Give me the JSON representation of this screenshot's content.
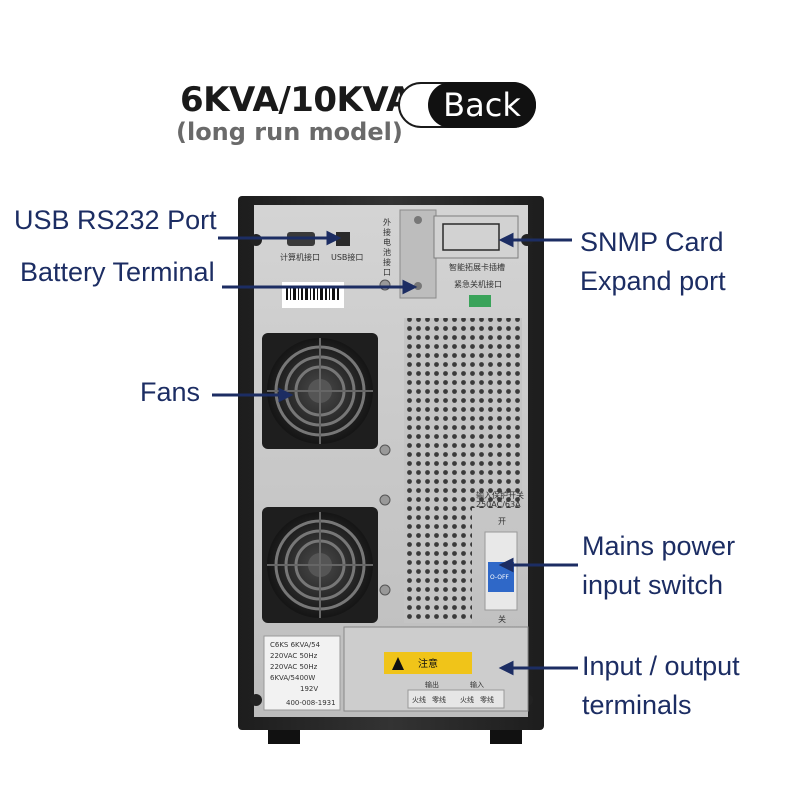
{
  "header": {
    "model": "6KVA/10KVA",
    "subtitle": "(long run model)",
    "view_badge": "Back"
  },
  "callouts": {
    "usb_rs232": "USB RS232 Port",
    "battery_terminal": "Battery Terminal",
    "snmp_line1": "SNMP Card",
    "snmp_line2": "Expand port",
    "fans": "Fans",
    "mains_line1": "Mains power",
    "mains_line2": "input switch",
    "io_line1": "Input / output",
    "io_line2": "terminals"
  },
  "panel_text": {
    "computer_port": "计算机接口",
    "usb_port": "USB接口",
    "ext_battery": "外接电池接口",
    "snmp_slot": "智能拓展卡插槽",
    "epo_port": "紧急关机接口",
    "breaker_title": "输入保护开关",
    "breaker_rating": "250AC/63A",
    "switch_on": "开",
    "switch_off": "关",
    "switch_label": "O-OFF",
    "warning": "注意",
    "output_label": "输出",
    "input_label": "输入",
    "live1": "火线",
    "neutral1": "零线",
    "live2": "火线",
    "neutral2": "零线"
  },
  "nameplate": {
    "model": "C6KS 6KVA/54",
    "input_v": "220VAC 50Hz",
    "output_v": "220VAC 50Hz",
    "capacity": "6KVA/5400W",
    "dc_input": "192V",
    "phone": "400-008-1931"
  },
  "colors": {
    "label_navy": "#1c2d63",
    "cabinet": "#2b2b2b",
    "panel": "#c9c9c9",
    "breaker_blue": "#2f68c8"
  }
}
